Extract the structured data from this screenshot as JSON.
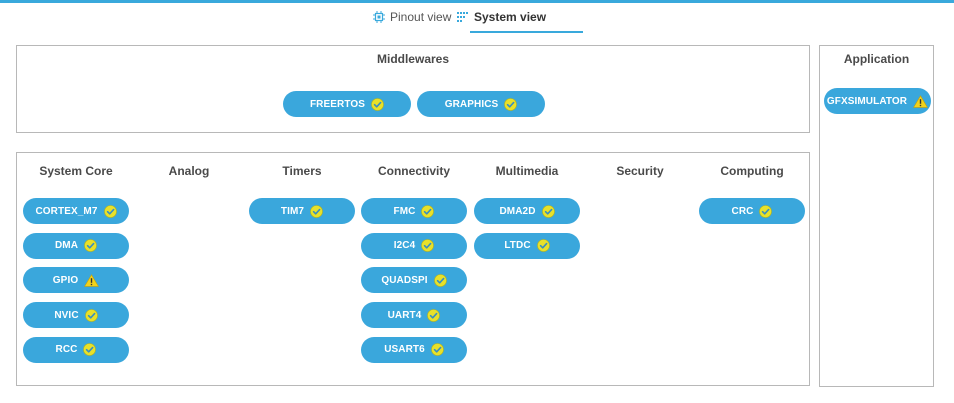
{
  "tabs": {
    "pinout_label": "Pinout view",
    "system_label": "System view"
  },
  "middlewares": {
    "title": "Middlewares",
    "items": [
      {
        "label": "FREERTOS",
        "status": "ok"
      },
      {
        "label": "GRAPHICS",
        "status": "ok"
      }
    ]
  },
  "application": {
    "title": "Application",
    "items": [
      {
        "label": "GFXSIMULATOR",
        "status": "warning"
      }
    ]
  },
  "categories": [
    {
      "title": "System Core",
      "items": [
        {
          "label": "CORTEX_M7",
          "status": "ok"
        },
        {
          "label": "DMA",
          "status": "ok"
        },
        {
          "label": "GPIO",
          "status": "warning"
        },
        {
          "label": "NVIC",
          "status": "ok"
        },
        {
          "label": "RCC",
          "status": "ok"
        }
      ]
    },
    {
      "title": "Analog",
      "items": []
    },
    {
      "title": "Timers",
      "items": [
        {
          "label": "TIM7",
          "status": "ok"
        }
      ]
    },
    {
      "title": "Connectivity",
      "items": [
        {
          "label": "FMC",
          "status": "ok"
        },
        {
          "label": "I2C4",
          "status": "ok"
        },
        {
          "label": "QUADSPI",
          "status": "ok"
        },
        {
          "label": "UART4",
          "status": "ok"
        },
        {
          "label": "USART6",
          "status": "ok"
        }
      ]
    },
    {
      "title": "Multimedia",
      "items": [
        {
          "label": "DMA2D",
          "status": "ok"
        },
        {
          "label": "LTDC",
          "status": "ok"
        }
      ]
    },
    {
      "title": "Security",
      "items": []
    },
    {
      "title": "Computing",
      "items": [
        {
          "label": "CRC",
          "status": "ok"
        }
      ]
    }
  ],
  "colors": {
    "accent": "#39a9dc",
    "chip": "#3aa7dc",
    "ok_badge": "#e8e12a",
    "warning_badge": "#f2d21b"
  },
  "icons": {
    "pinout": "chip-icon",
    "system": "grid-icon",
    "ok": "check-circle-icon",
    "warning": "warning-triangle-icon"
  }
}
